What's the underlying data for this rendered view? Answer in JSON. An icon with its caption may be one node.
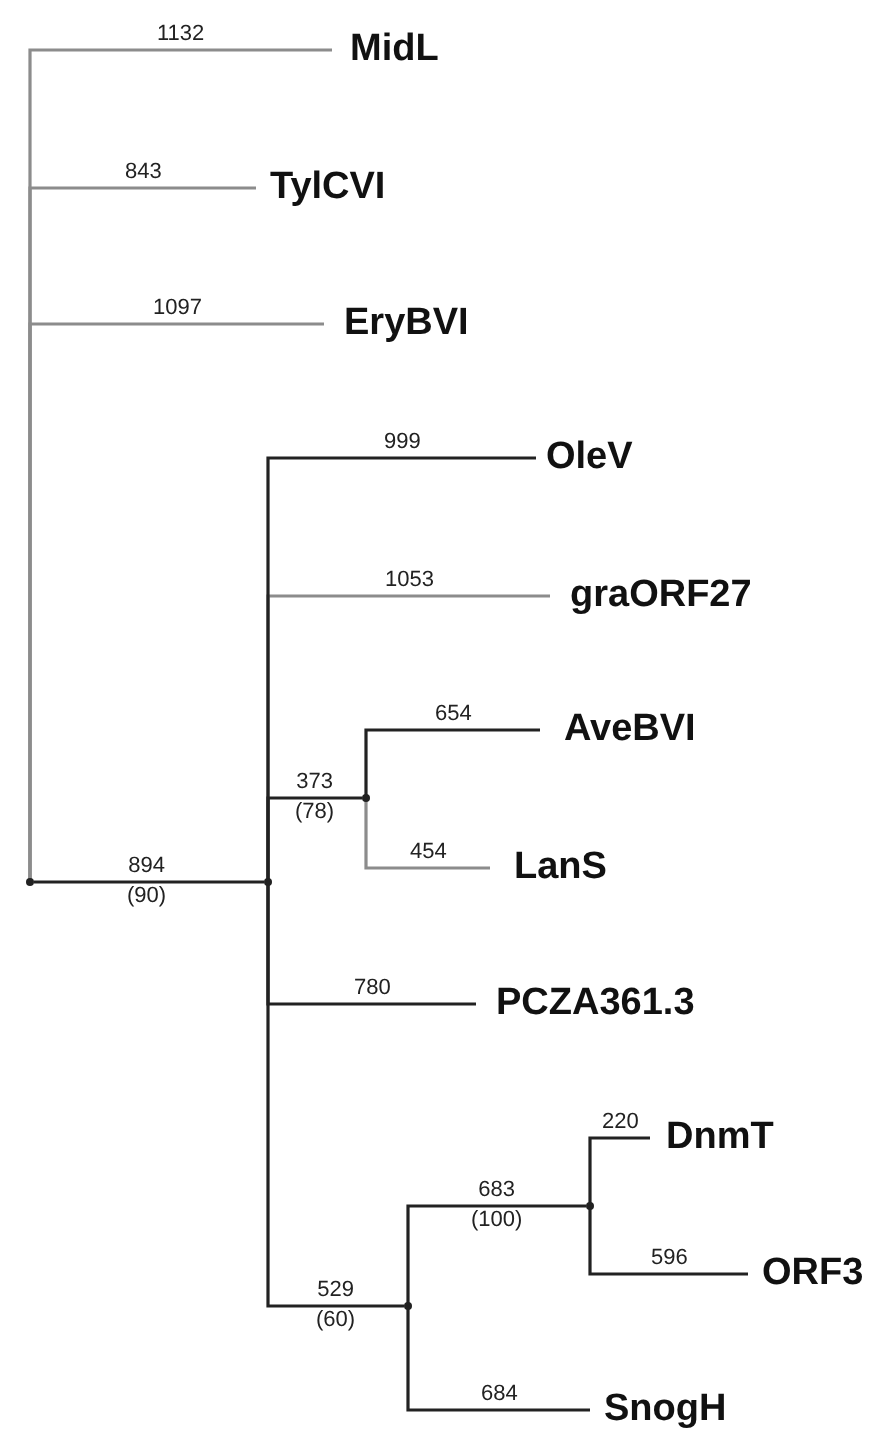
{
  "diagram": {
    "nodes": [
      {
        "text": [],
        "shape": "dot"
      },
      {
        "text": [
          "MidL"
        ]
      },
      {
        "text": [
          "TylCVI"
        ]
      },
      {
        "text": [
          "EryBVI"
        ]
      },
      {
        "text": [],
        "shape": "dot"
      },
      {
        "text": [
          "OleV"
        ]
      },
      {
        "text": [
          "graORF27"
        ]
      },
      {
        "text": [],
        "shape": "dot"
      },
      {
        "text": [
          "AveBVI"
        ]
      },
      {
        "text": [
          "LanS"
        ]
      },
      {
        "text": [
          "PCZA361.3"
        ]
      },
      {
        "text": [],
        "shape": "dot"
      },
      {
        "text": [],
        "shape": "dot"
      },
      {
        "text": [
          "DnmT"
        ]
      },
      {
        "text": [
          "ORF3"
        ]
      },
      {
        "text": [
          "SnogH"
        ]
      }
    ],
    "edges": [
      {
        "from": 0,
        "to": 1,
        "arrow": "none",
        "label": "1132",
        "color": "#8c8c8c"
      },
      {
        "from": 0,
        "to": 2,
        "arrow": "none",
        "label": "843",
        "color": "#8c8c8c"
      },
      {
        "from": 0,
        "to": 3,
        "arrow": "none",
        "label": "1097",
        "color": "#8c8c8c"
      },
      {
        "from": 0,
        "to": 4,
        "arrow": "none",
        "label": "894 (90)"
      },
      {
        "from": 4,
        "to": 5,
        "arrow": "none",
        "label": "999"
      },
      {
        "from": 4,
        "to": 6,
        "arrow": "none",
        "label": "1053",
        "color": "#8c8c8c"
      },
      {
        "from": 4,
        "to": 7,
        "arrow": "none",
        "label": "373 (78)"
      },
      {
        "from": 7,
        "to": 8,
        "arrow": "none",
        "label": "654"
      },
      {
        "from": 7,
        "to": 9,
        "arrow": "none",
        "label": "454",
        "color": "#8c8c8c"
      },
      {
        "from": 4,
        "to": 10,
        "arrow": "none",
        "label": "780"
      },
      {
        "from": 4,
        "to": 11,
        "arrow": "none",
        "label": "529 (60)"
      },
      {
        "from": 11,
        "to": 12,
        "arrow": "none",
        "label": "683 (100)"
      },
      {
        "from": 12,
        "to": 13,
        "arrow": "none",
        "label": "220"
      },
      {
        "from": 12,
        "to": 14,
        "arrow": "none",
        "label": "596"
      },
      {
        "from": 11,
        "to": 15,
        "arrow": "none",
        "label": "684"
      }
    ]
  }
}
